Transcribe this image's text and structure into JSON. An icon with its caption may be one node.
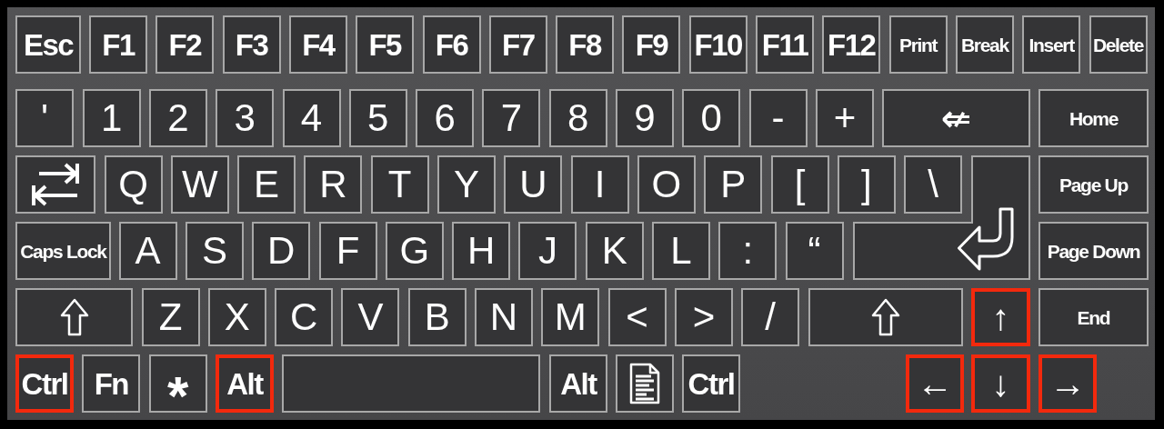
{
  "diagram": {
    "nodes": [
      {
        "text": [
          "Esc"
        ]
      },
      {
        "text": [
          "F1"
        ]
      },
      {
        "text": [
          "F2"
        ]
      },
      {
        "text": [
          "F3"
        ]
      },
      {
        "text": [
          "F4"
        ]
      },
      {
        "text": [
          "F5"
        ]
      },
      {
        "text": [
          "F6"
        ]
      },
      {
        "text": [
          "F7"
        ]
      },
      {
        "text": [
          "F8"
        ]
      },
      {
        "text": [
          "F9"
        ]
      },
      {
        "text": [
          "F10"
        ]
      },
      {
        "text": [
          "F11"
        ]
      },
      {
        "text": [
          "F12"
        ]
      },
      {
        "text": [
          "Print"
        ]
      },
      {
        "text": [
          "Break"
        ]
      },
      {
        "text": [
          "Insert"
        ]
      },
      {
        "text": [
          "Delete"
        ]
      },
      {
        "text": [
          "'"
        ]
      },
      {
        "text": [
          "1"
        ]
      },
      {
        "text": [
          "2"
        ]
      },
      {
        "text": [
          "3"
        ]
      },
      {
        "text": [
          "4"
        ]
      },
      {
        "text": [
          "5"
        ]
      },
      {
        "text": [
          "6"
        ]
      },
      {
        "text": [
          "7"
        ]
      },
      {
        "text": [
          "8"
        ]
      },
      {
        "text": [
          "9"
        ]
      },
      {
        "text": [
          "0"
        ]
      },
      {
        "text": [
          "-"
        ]
      },
      {
        "text": [
          "+"
        ]
      },
      {
        "text": [
          "⇍"
        ]
      },
      {
        "text": [
          "Home"
        ]
      },
      {
        "text": [],
        "shape": "box"
      },
      {
        "text": [
          "Q"
        ]
      },
      {
        "text": [
          "W"
        ]
      },
      {
        "text": [
          "E"
        ]
      },
      {
        "text": [
          "R"
        ]
      },
      {
        "text": [
          "T"
        ]
      },
      {
        "text": [
          "Y"
        ]
      },
      {
        "text": [
          "U"
        ]
      },
      {
        "text": [
          "I"
        ]
      },
      {
        "text": [
          "O"
        ]
      },
      {
        "text": [
          "P"
        ]
      },
      {
        "text": [
          "["
        ]
      },
      {
        "text": [
          "]"
        ]
      },
      {
        "text": [
          "\\"
        ]
      },
      {
        "text": [],
        "shape": "box"
      },
      {
        "text": [
          "Page Up"
        ]
      },
      {
        "text": [
          "Caps Lock"
        ]
      },
      {
        "text": [
          "A"
        ]
      },
      {
        "text": [
          "S"
        ]
      },
      {
        "text": [
          "D"
        ]
      },
      {
        "text": [
          "F"
        ]
      },
      {
        "text": [
          "G"
        ]
      },
      {
        "text": [
          "H"
        ]
      },
      {
        "text": [
          "J"
        ]
      },
      {
        "text": [
          "K"
        ]
      },
      {
        "text": [
          "L"
        ]
      },
      {
        "text": [
          ":"
        ]
      },
      {
        "text": [
          "“"
        ]
      },
      {
        "text": [
          "Page Down"
        ]
      },
      {
        "text": [],
        "shape": "box"
      },
      {
        "text": [
          "Z"
        ]
      },
      {
        "text": [
          "X"
        ]
      },
      {
        "text": [
          "C"
        ]
      },
      {
        "text": [
          "V"
        ]
      },
      {
        "text": [
          "B"
        ]
      },
      {
        "text": [
          "N"
        ]
      },
      {
        "text": [
          "M"
        ]
      },
      {
        "text": [
          "<"
        ]
      },
      {
        "text": [
          ">"
        ]
      },
      {
        "text": [
          "/"
        ]
      },
      {
        "text": [],
        "shape": "box"
      },
      {
        "text": [
          "↑"
        ]
      },
      {
        "text": [
          "End"
        ]
      },
      {
        "text": [
          "Ctrl"
        ]
      },
      {
        "text": [
          "Fn"
        ]
      },
      {
        "text": [
          "*"
        ]
      },
      {
        "text": [
          "Alt"
        ]
      },
      {
        "text": [],
        "shape": "box"
      },
      {
        "text": [
          "Alt"
        ]
      },
      {
        "text": [],
        "shape": "box"
      },
      {
        "text": [
          "Ctrl"
        ]
      },
      {
        "text": [
          "←"
        ]
      },
      {
        "text": [
          "↓"
        ]
      },
      {
        "text": [
          "→"
        ]
      }
    ]
  }
}
